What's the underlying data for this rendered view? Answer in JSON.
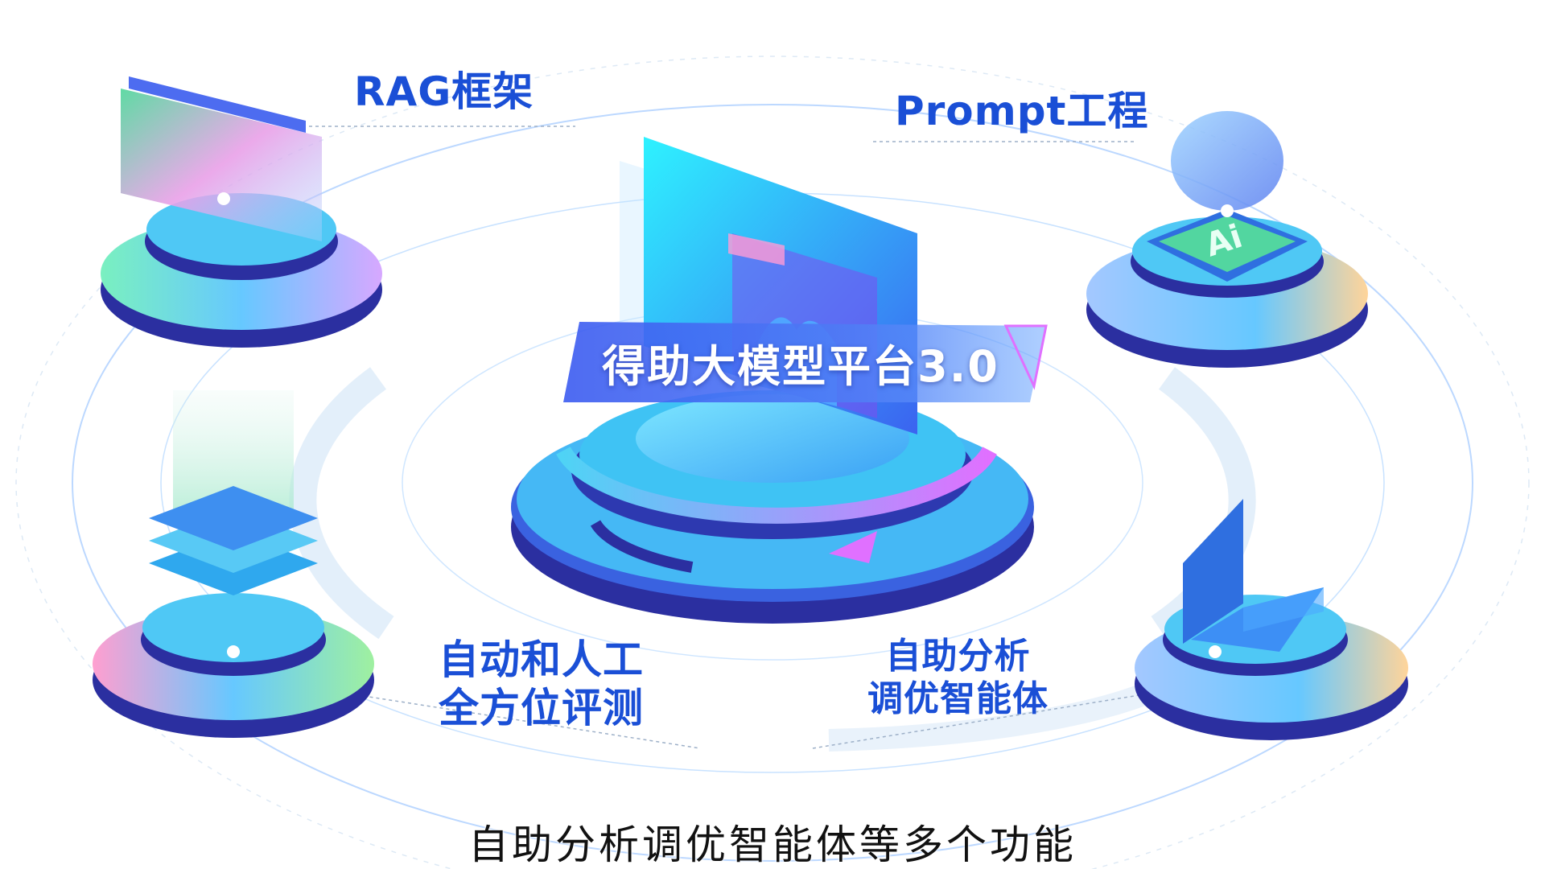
{
  "center_title": "得助大模型平台3.0",
  "features": {
    "rag": "RAG框架",
    "prompt": "Prompt工程",
    "eval_line1": "自动和人工",
    "eval_line2": "全方位评测",
    "agent_line1": "自助分析",
    "agent_line2": "调优智能体"
  },
  "subtitle": "自助分析调优智能体等多个功能",
  "icons": [
    "document-panels-icon",
    "ai-sphere-icon",
    "server-stack-icon",
    "laptop-icon",
    "monitor-chart-icon"
  ],
  "colors": {
    "label_blue": "#1a4fd6",
    "platform_dark": "#2a2fa8",
    "platform_light": "#4fd3f5",
    "accent_pink": "#d85cff"
  }
}
